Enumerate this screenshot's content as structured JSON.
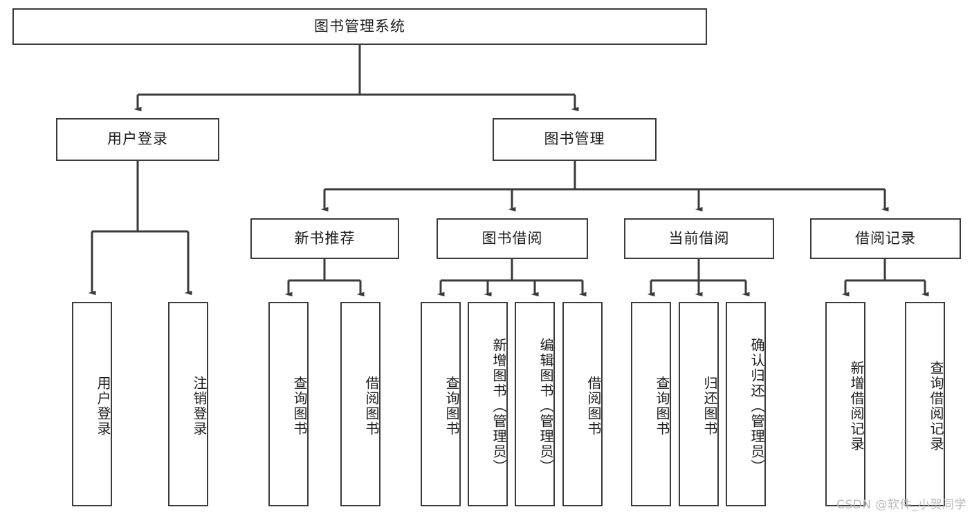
{
  "diagram": {
    "title": "图书管理系统",
    "type": "tree",
    "watermark": "CSDN @软件_小贺同学",
    "colors": {
      "stroke": "#3a3a3a",
      "box_fill": "#ffffff",
      "text": "#1c1c1c",
      "watermark": "#b9b9b9",
      "background": "#ffffff"
    },
    "root": {
      "label": "图书管理系统"
    },
    "level2": [
      {
        "label": "用户登录"
      },
      {
        "label": "图书管理"
      }
    ],
    "level3": [
      {
        "label": "新书推荐"
      },
      {
        "label": "图书借阅"
      },
      {
        "label": "当前借阅"
      },
      {
        "label": "借阅记录"
      }
    ],
    "leaves": {
      "user_login": [
        {
          "label": "用户登录"
        },
        {
          "label": "注销登录"
        }
      ],
      "new_book_recommend": [
        {
          "label": "查询图书"
        },
        {
          "label": "借阅图书"
        }
      ],
      "book_borrow": [
        {
          "label": "查询图书"
        },
        {
          "label": "新增图书（管理员）"
        },
        {
          "label": "编辑图书（管理员）"
        },
        {
          "label": "借阅图书"
        }
      ],
      "current_borrow": [
        {
          "label": "查询图书"
        },
        {
          "label": "归还图书"
        },
        {
          "label": "确认归还（管理员）"
        }
      ],
      "borrow_records": [
        {
          "label": "新增借阅记录"
        },
        {
          "label": "查询借阅记录"
        }
      ]
    }
  }
}
